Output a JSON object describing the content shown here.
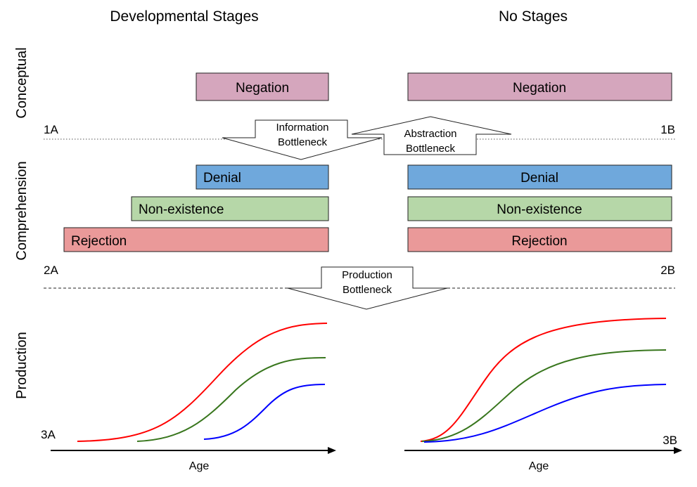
{
  "titles": {
    "left": "Developmental Stages",
    "right": "No Stages"
  },
  "side_labels": {
    "conceptual": "Conceptual",
    "comprehension": "Comprehension",
    "production": "Production"
  },
  "markers": {
    "a1": "1A",
    "b1": "1B",
    "a2": "2A",
    "b2": "2B",
    "a3": "3A",
    "b3": "3B"
  },
  "bars": {
    "negation": "Negation",
    "denial": "Denial",
    "nonexistence": "Non-existence",
    "rejection": "Rejection"
  },
  "bottlenecks": {
    "information": [
      "Information",
      "Bottleneck"
    ],
    "abstraction": [
      "Abstraction",
      "Bottleneck"
    ],
    "production": [
      "Production",
      "Bottleneck"
    ]
  },
  "axis": {
    "xlabel": "Age"
  },
  "colors": {
    "negation": "#d5a6bd",
    "denial": "#6fa8dc",
    "nonexistence": "#b6d7a8",
    "rejection": "#ea9999",
    "curve_red": "#ff0000",
    "curve_green": "#38761d",
    "curve_blue": "#0000ff"
  }
}
